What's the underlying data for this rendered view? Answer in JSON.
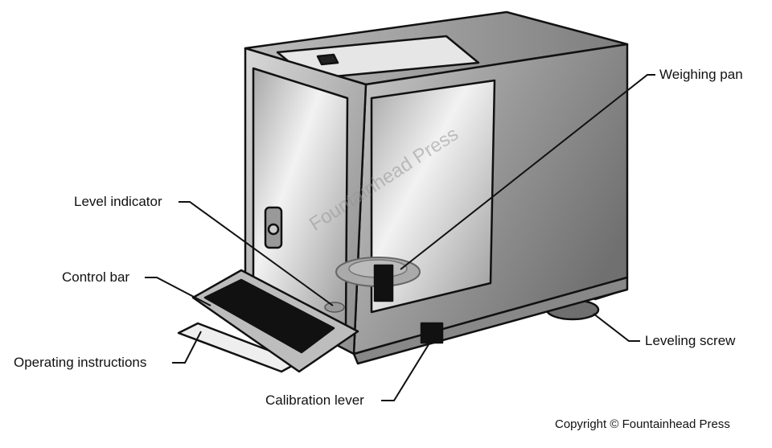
{
  "labels": {
    "weighing_pan": "Weighing pan",
    "level_indicator": "Level indicator",
    "control_bar": "Control bar",
    "operating_instructions": "Operating instructions",
    "calibration_lever": "Calibration lever",
    "leveling_screw": "Leveling screw"
  },
  "watermark": "Fountainhead Press",
  "copyright": "Copyright © Fountainhead Press"
}
